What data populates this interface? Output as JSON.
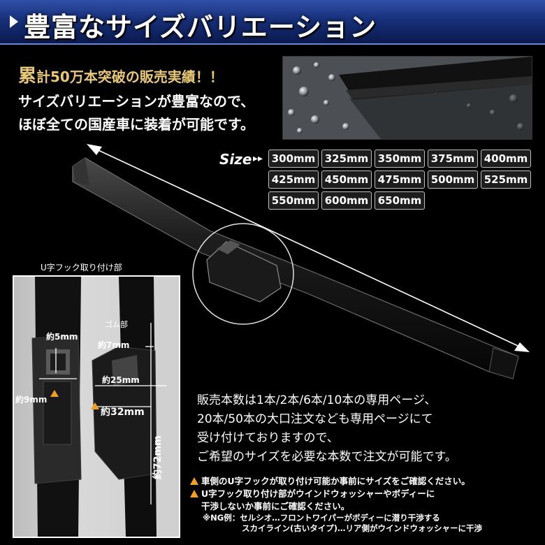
{
  "header": {
    "title": "豊富なサイズバリエーション"
  },
  "intro": {
    "lead_big": "累",
    "lead_rest": "計50万本突破の販売実績！！",
    "line2": "サイズバリエーションが豊富なので、",
    "line3": "ほぼ全ての国産車に装着が可能です。"
  },
  "sizes": {
    "label": "Size",
    "arrows": "▸▸",
    "items": [
      "300mm",
      "325mm",
      "350mm",
      "375mm",
      "400mm",
      "425mm",
      "450mm",
      "475mm",
      "500mm",
      "525mm",
      "550mm",
      "600mm",
      "650mm"
    ]
  },
  "hook": {
    "caption": "U字フック取り付け部",
    "dim_5": "約5mm",
    "dim_9": "約9mm",
    "rubber_label": "ゴム部",
    "dim_7": "約7mm",
    "dim_25": "約25mm",
    "dim_32": "約32mm",
    "dim_72": "約72mm"
  },
  "body": {
    "lines": [
      "販売本数は1本/2本/6本/10本の専用ページ、",
      "20本/50本の大口注文なども専用ページにて",
      "受け付けておりますので、",
      "ご希望のサイズを必要な本数で注文が可能です。"
    ]
  },
  "notes": {
    "n1": "車側のU字フックが取り付け可能か事前にサイズをご確認ください。",
    "n2a": "U字フック取り付け部がウインドウォッシャーやボディーに",
    "n2b": "干渉しないか事前にご確認ください。",
    "ng1": "※NG例：セルシオ…フロントワイパーがボディーに潜り干渉する",
    "ng2": "スカイライン(古いタイプ)…リア側がウインドウォッシャーに干渉"
  },
  "colors": {
    "header_blue": "#17307a",
    "accent_gold": "#e8c873",
    "warn_orange": "#f0a020"
  },
  "icons": {
    "warning": "warning-icon",
    "header_marker": "triangle-right-icon"
  }
}
